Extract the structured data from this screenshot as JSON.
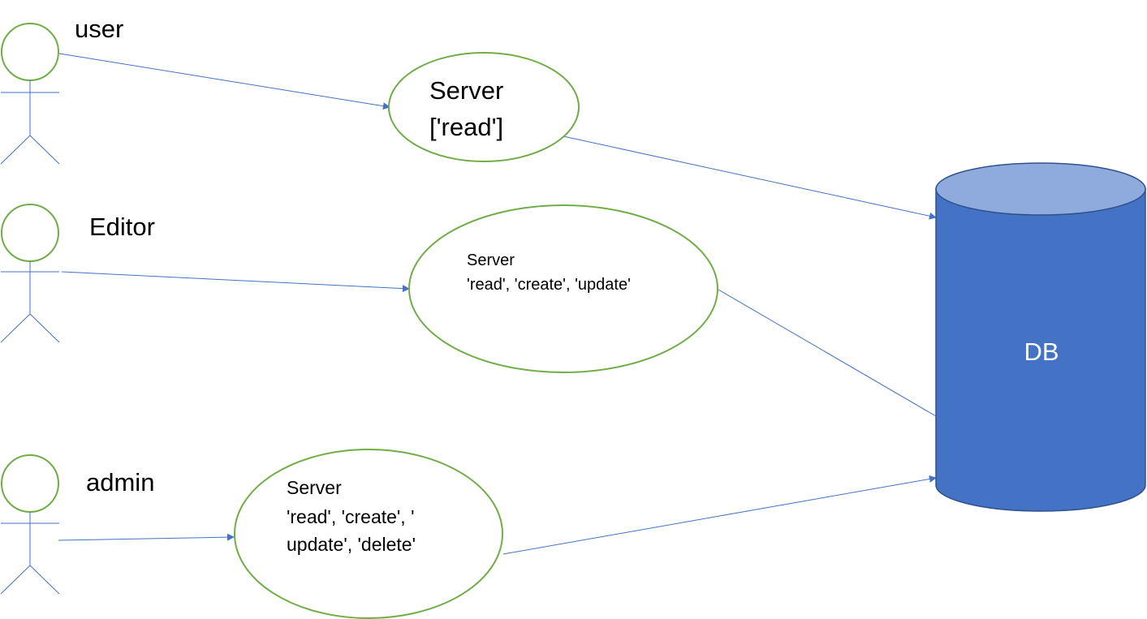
{
  "colors": {
    "actor_head": "#70ad47",
    "actor_body": "#4472c4",
    "ellipse_stroke": "#70ad47",
    "connector": "#4472c4",
    "db_body": "#4472c4",
    "db_top": "#8faadc",
    "db_label": "#ffffff"
  },
  "actors": [
    {
      "id": "user",
      "label": "user"
    },
    {
      "id": "editor",
      "label": "Editor"
    },
    {
      "id": "admin",
      "label": "admin"
    }
  ],
  "servers": [
    {
      "id": "server-user",
      "lines": [
        "Server",
        "['read']"
      ]
    },
    {
      "id": "server-editor",
      "lines": [
        "Server",
        "'read', 'create', 'update'"
      ]
    },
    {
      "id": "server-admin",
      "lines": [
        "Server",
        "'read', 'create', '",
        "update', 'delete'"
      ]
    }
  ],
  "database": {
    "label": "DB",
    "icon": "database-cylinder-icon"
  }
}
